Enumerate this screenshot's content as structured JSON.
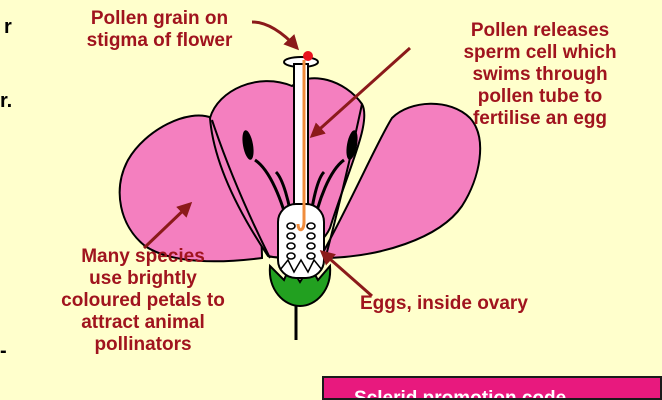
{
  "labels": {
    "pollen_grain": "Pollen grain on\nstigma of flower",
    "sperm": "Pollen releases\nsperm cell which\nswims through\npollen tube to\nfertilise an egg",
    "petals": "Many species\nuse brightly\ncoloured petals to\nattract animal\npollinators",
    "eggs": "Eggs, inside ovary"
  },
  "banner": {
    "text": "Sclerid promotion code"
  },
  "edge_fragments": {
    "top": "r",
    "middle": "r.",
    "bottom": "-"
  },
  "colors": {
    "background": "#ffffcc",
    "label_text": "#a0141e",
    "arrow": "#8b1a1a",
    "petal_fill": "#f47fbf",
    "pollen_tube": "#f08c3c",
    "sepal": "#22a020",
    "pollen_grain": "#e8121e",
    "banner_fill": "#e8197e"
  }
}
